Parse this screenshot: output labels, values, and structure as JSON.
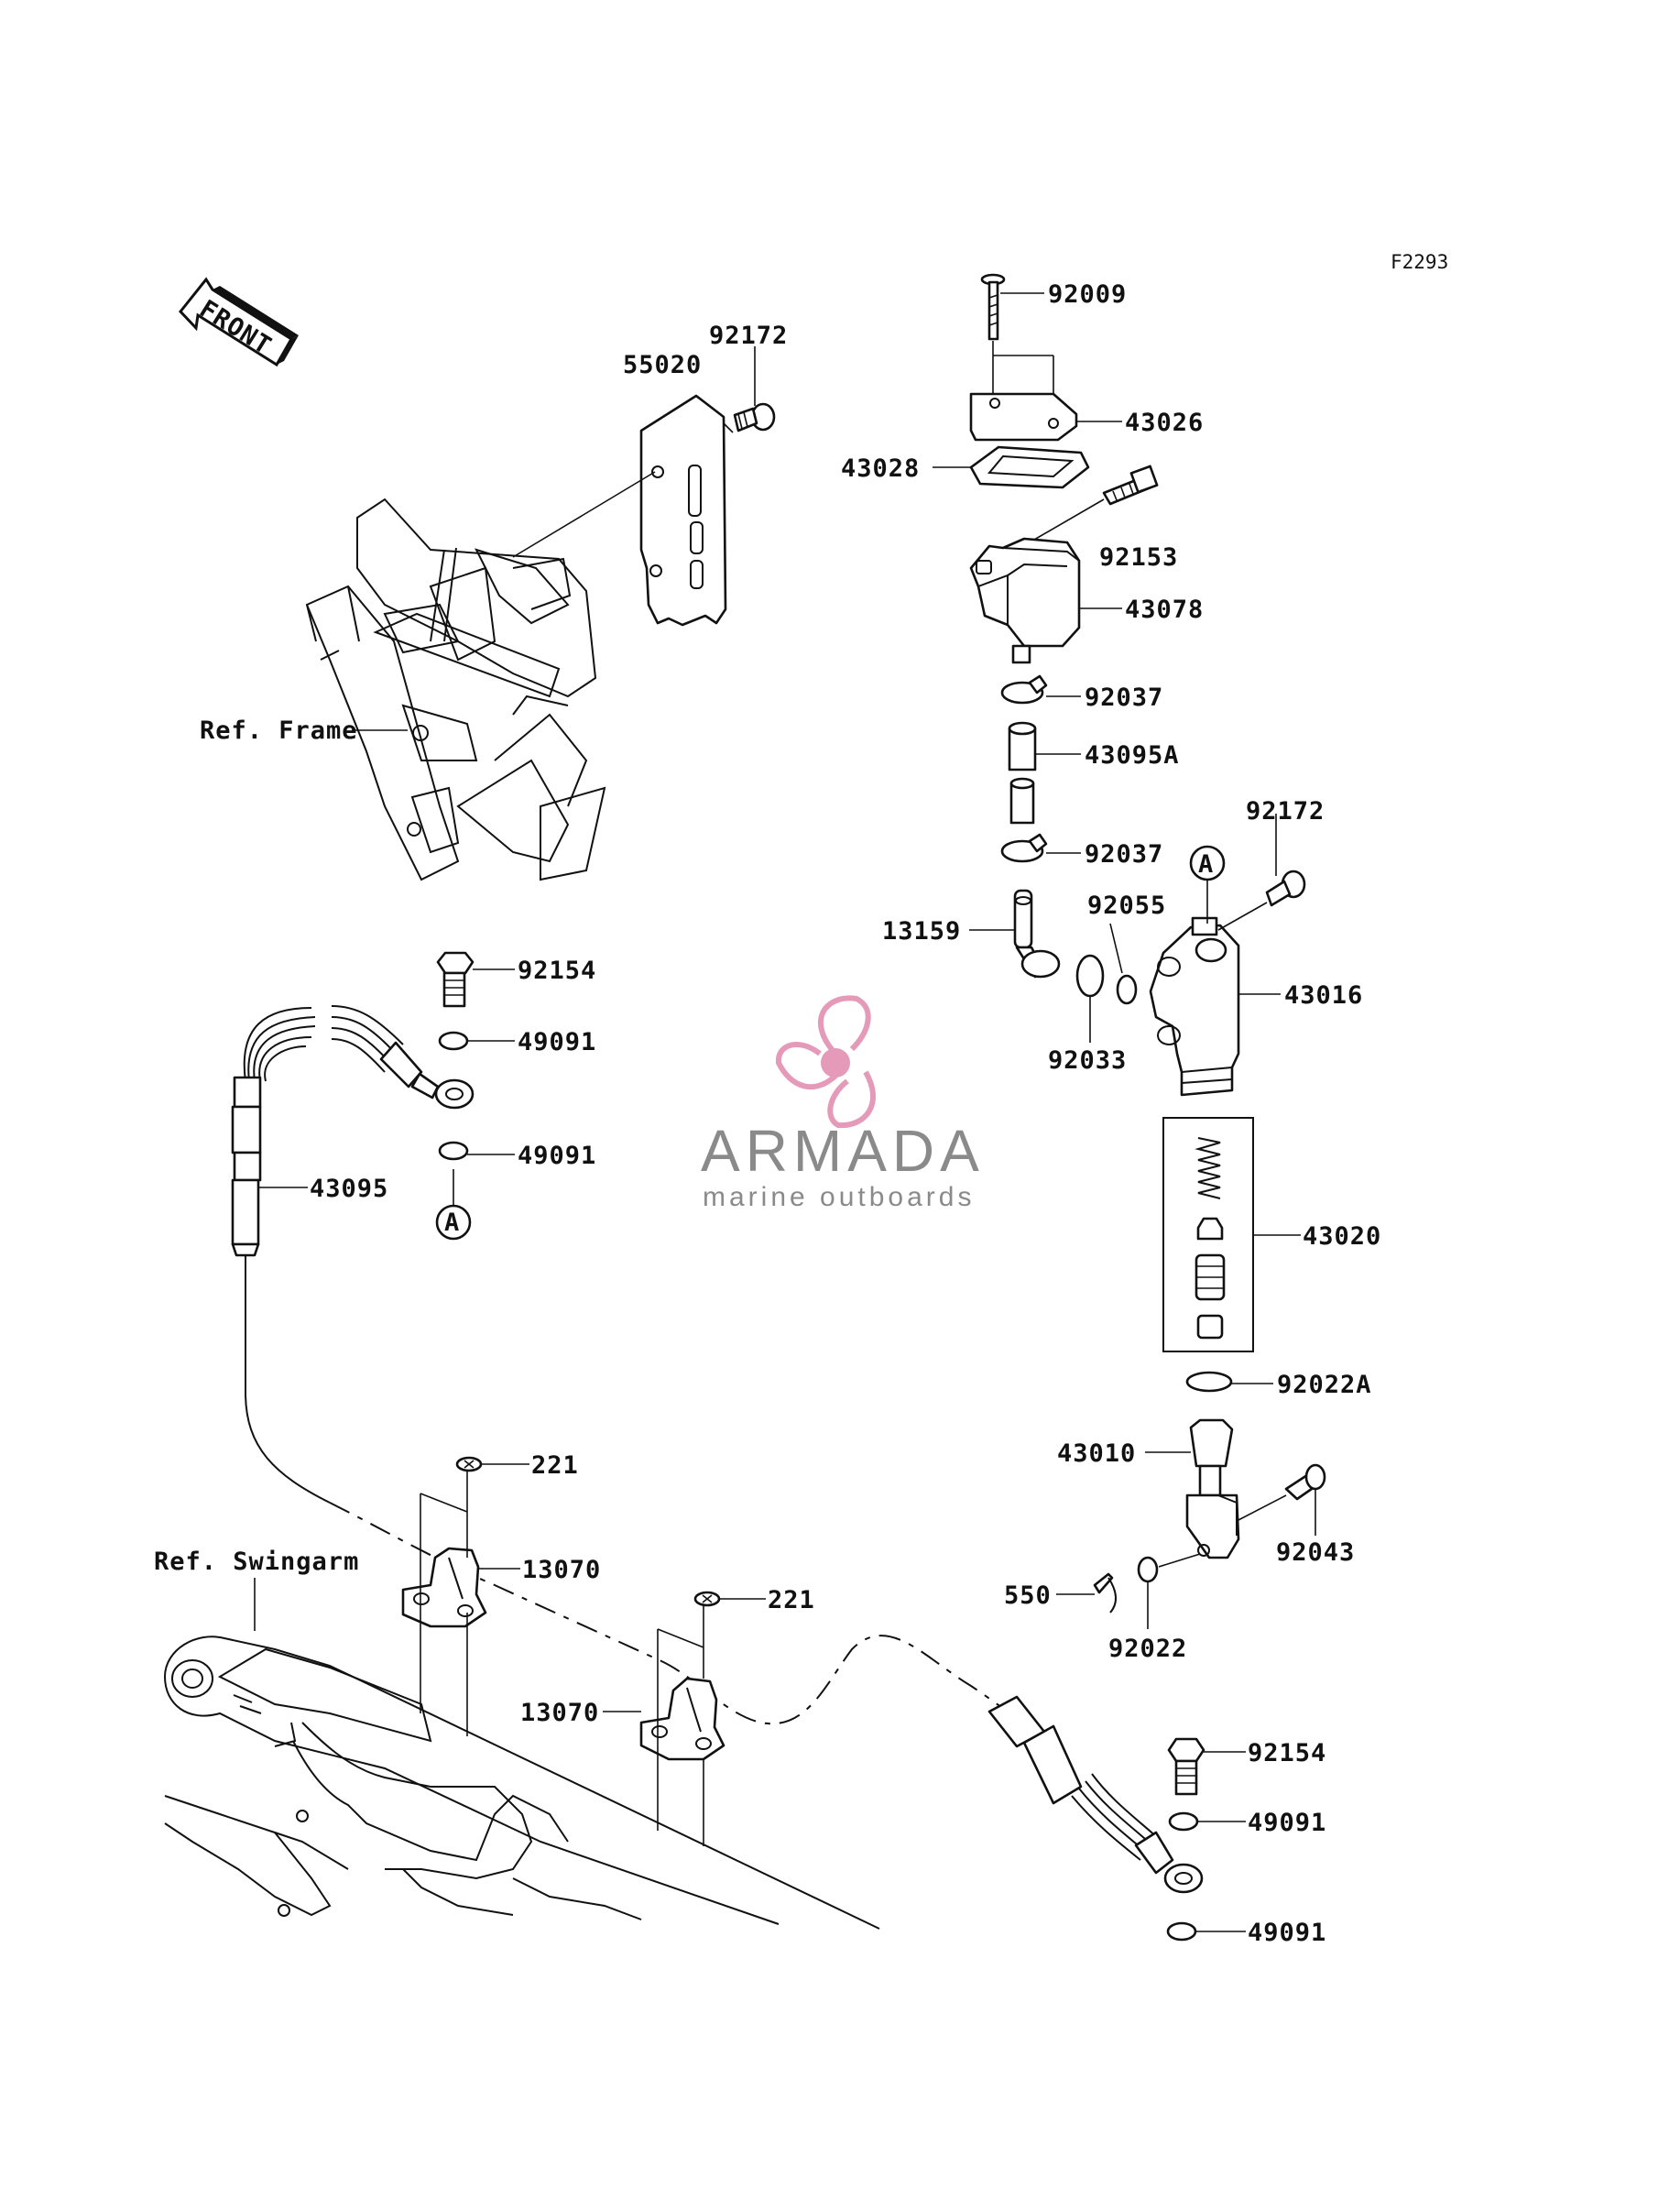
{
  "diagram_code": "F2293",
  "front_label": "FRONT",
  "ref_labels": {
    "frame": "Ref. Frame",
    "swingarm": "Ref. Swingarm"
  },
  "marker_label": "A",
  "watermark": {
    "brand": "ARMADA",
    "tagline": "marine outboards",
    "color_pink": "#e49ab8",
    "color_gray": "#8a8a8a"
  },
  "parts": [
    "92009",
    "43026",
    "43028",
    "92153",
    "43078",
    "92037",
    "43095A",
    "92037",
    "13159",
    "92055",
    "92172",
    "43016",
    "92033",
    "43020",
    "92022A",
    "43010",
    "92043",
    "550",
    "92022",
    "92172",
    "55020",
    "92154",
    "49091",
    "49091",
    "43095",
    "221",
    "13070",
    "221",
    "13070",
    "92154",
    "49091",
    "49091"
  ]
}
